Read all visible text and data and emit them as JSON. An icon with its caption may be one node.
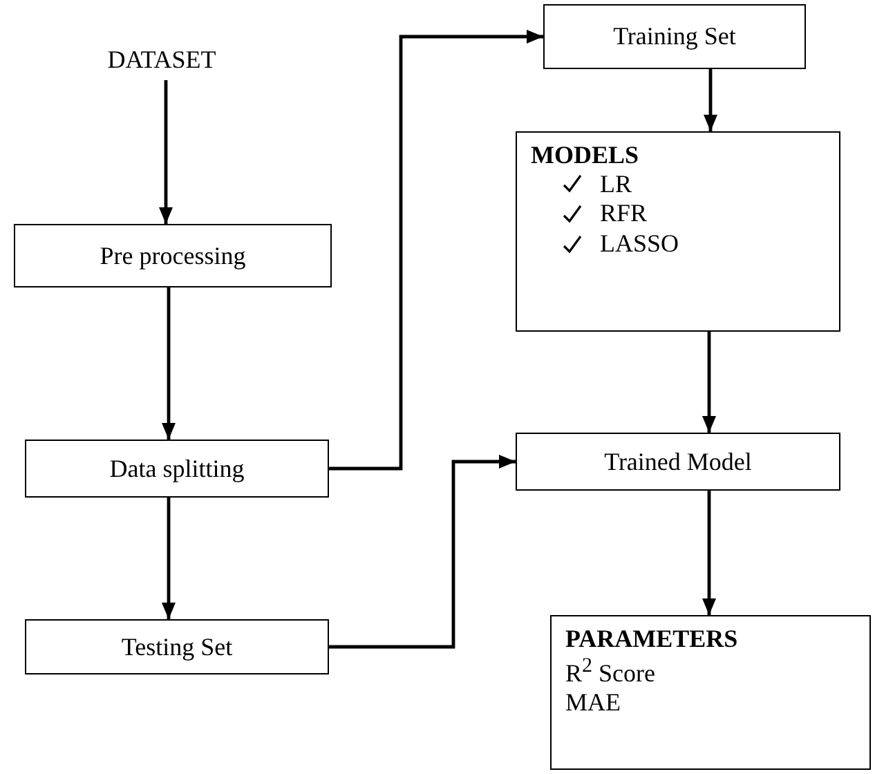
{
  "diagram": {
    "nodes": [
      {
        "text": [
          "DATASET"
        ]
      },
      {
        "text": [
          "Pre processing"
        ]
      },
      {
        "text": [
          "Data splitting"
        ]
      },
      {
        "text": [
          "Testing Set"
        ]
      },
      {
        "text": [
          "Training Set"
        ]
      },
      {
        "text": [
          "MODELS",
          "LR",
          "RFR",
          "LASSO"
        ]
      },
      {
        "text": [
          "Trained Model"
        ]
      },
      {
        "text": [
          "PARAMETERS",
          "R$^{2}$ Score",
          "MAE"
        ]
      }
    ],
    "edges": [
      {
        "from": 0,
        "to": 1,
        "arrow": "to"
      },
      {
        "from": 1,
        "to": 2,
        "arrow": "to"
      },
      {
        "from": 2,
        "to": 3,
        "arrow": "to"
      },
      {
        "from": 2,
        "to": 4,
        "arrow": "to"
      },
      {
        "from": 4,
        "to": 5,
        "arrow": "to"
      },
      {
        "from": 5,
        "to": 6,
        "arrow": "to"
      },
      {
        "from": 3,
        "to": 6,
        "arrow": "to"
      },
      {
        "from": 6,
        "to": 7,
        "arrow": "to"
      }
    ]
  }
}
